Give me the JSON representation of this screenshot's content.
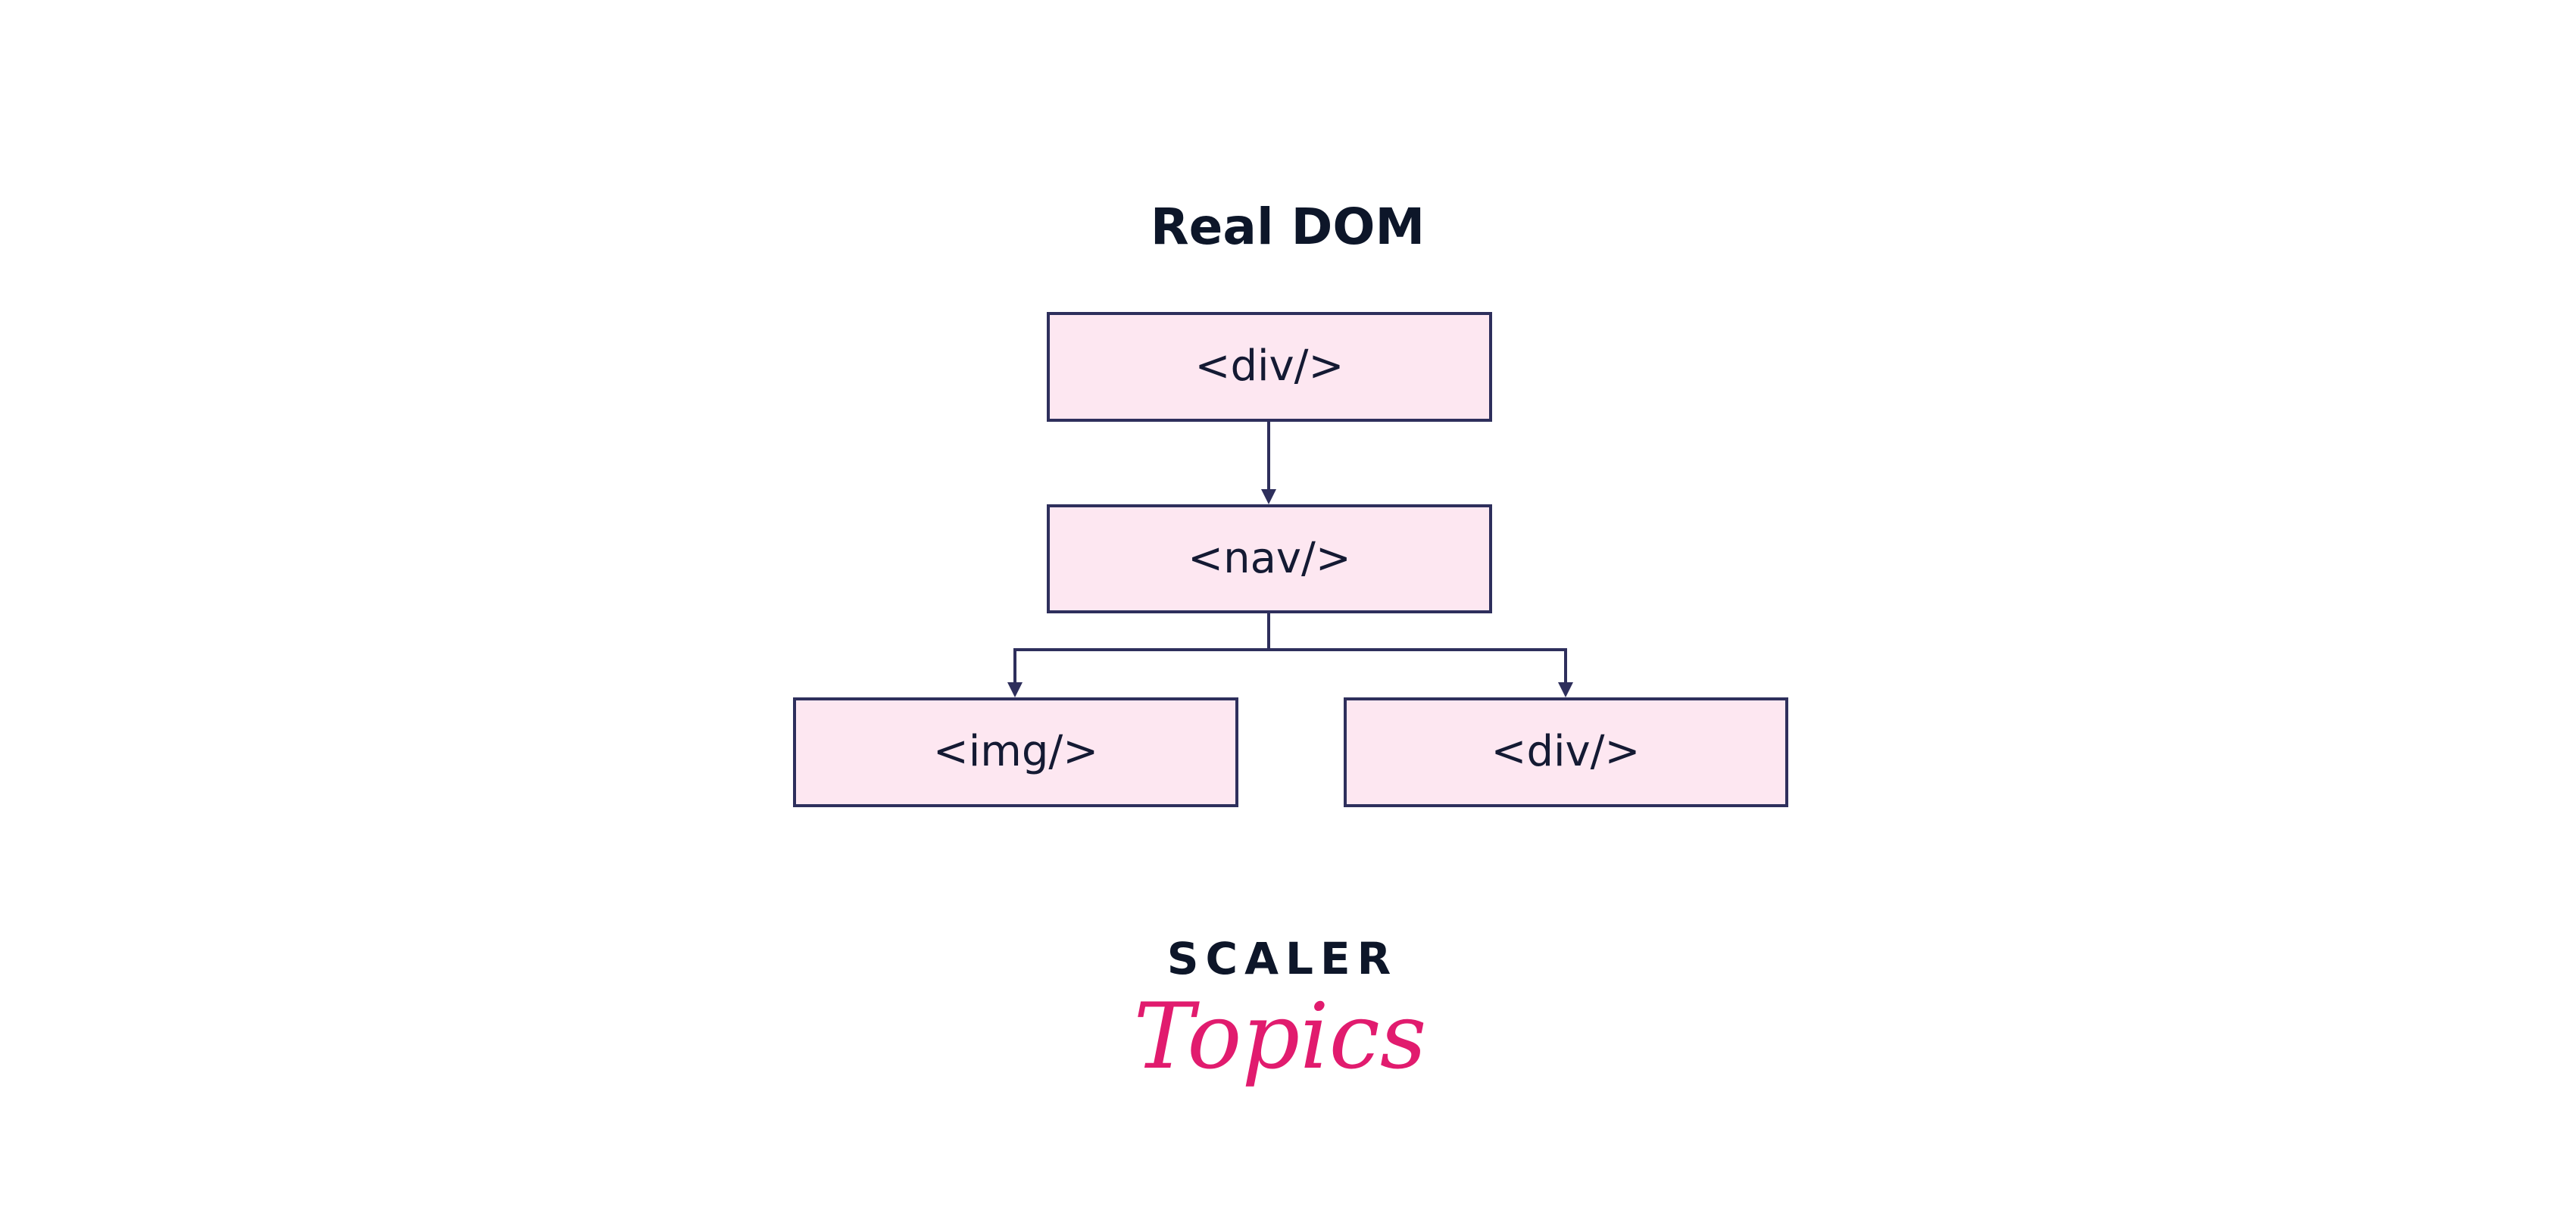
{
  "title": "Real DOM",
  "nodes": {
    "root": "<div/>",
    "nav": "<nav/>",
    "img": "<img/>",
    "child_div": "<div/>"
  },
  "logo": {
    "top": "SCALER",
    "bottom": "Topics"
  },
  "colors": {
    "fill": "#fde7f1",
    "stroke": "#2e2f5c",
    "brand": "#e11b6e",
    "text": "#0d1629"
  }
}
